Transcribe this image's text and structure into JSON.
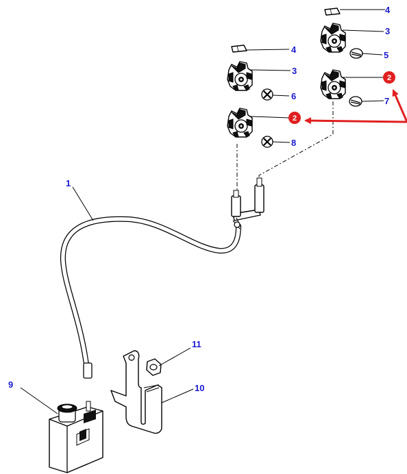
{
  "callouts": {
    "hose": "1",
    "jet_highlighted_top": "2",
    "jet_highlighted_left": "2",
    "jet_top_right": "3",
    "jet_middle_left": "3",
    "cap_top_right": "4",
    "cap_middle_left": "4",
    "valve_top_right": "5",
    "valve_middle_left": "6",
    "valve_highlighted_right": "7",
    "valve_highlighted_left": "8",
    "reservoir": "9",
    "bracket": "10",
    "nut": "11"
  },
  "colors": {
    "callout_text": "#1a1ad0",
    "highlight_red": "#e02020",
    "line": "#000000"
  }
}
